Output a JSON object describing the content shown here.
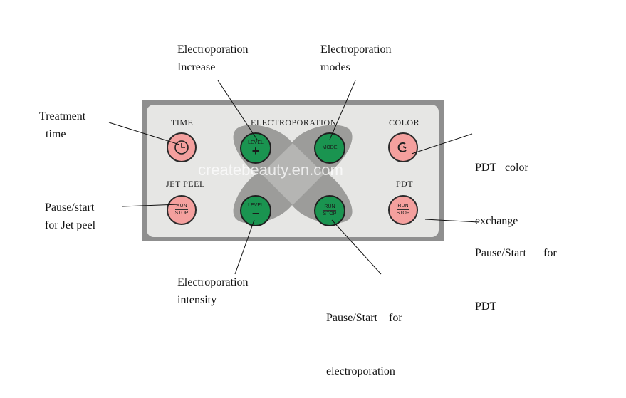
{
  "callouts": {
    "electro_increase": [
      "Electroporation",
      "Increase"
    ],
    "electro_modes": [
      "Electroporation",
      "modes"
    ],
    "treatment_time": [
      "Treatment",
      "time"
    ],
    "pdt_color": [
      "PDT   color",
      "exchange"
    ],
    "pause_jet": [
      "Pause/start",
      "for Jet peel"
    ],
    "pause_pdt": [
      "Pause/Start      for",
      "PDT"
    ],
    "electro_intensity": [
      "Electroporation",
      "intensity"
    ],
    "pause_electro": [
      "Pause/Start    for",
      "electroporation"
    ]
  },
  "panel": {
    "time_label": "TIME",
    "electro_label": "ELECTROPORATION",
    "color_label": "COLOR",
    "jet_peel_label": "JET PEEL",
    "pdt_label": "PDT",
    "watermark": "createbeauty.en.com"
  },
  "buttons": {
    "level": "LEVEL",
    "plus": "+",
    "minus": "−",
    "mode": "MODE",
    "run": "RUN",
    "stop": "STOP"
  },
  "colors": {
    "pink_button": "#f4a09e",
    "green_button": "#1a9450",
    "panel_frame": "#8f8f8f",
    "panel_face": "#e6e6e4"
  }
}
